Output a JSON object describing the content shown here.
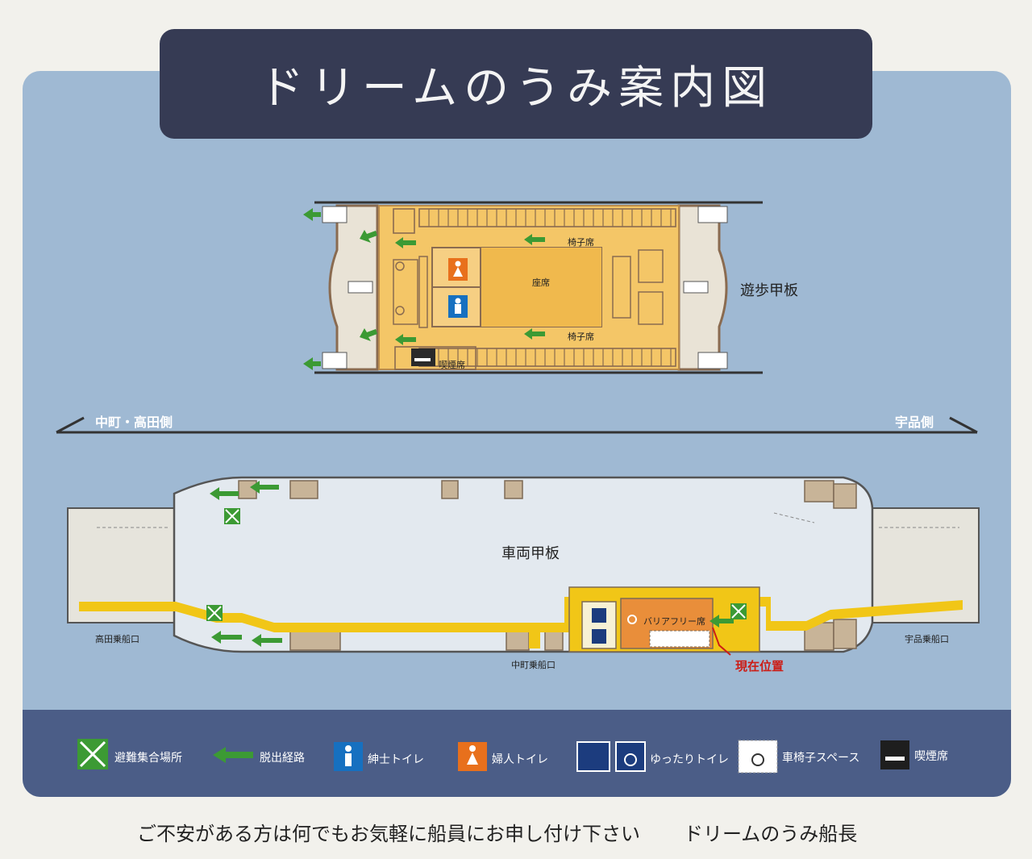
{
  "title": "ドリームのうみ案内図",
  "upper_deck": {
    "name": "遊歩甲板",
    "chair_seats_top": "椅子席",
    "chair_seats_bottom": "椅子席",
    "tatami_seats": "座席",
    "smoking_area": "喫煙席"
  },
  "direction": {
    "left": "中町・高田側",
    "right": "宇品側"
  },
  "lower_deck": {
    "name": "車両甲板",
    "left_gate": "高田乗船口",
    "center_gate": "中町乗船口",
    "right_gate": "宇品乗船口",
    "barrier_free": "バリアフリー席",
    "current_location": "現在位置"
  },
  "legend": {
    "assembly": "避難集合場所",
    "escape_route": "脱出経路",
    "men_toilet": "紳士トイレ",
    "women_toilet": "婦人トイレ",
    "accessible_toilet": "ゆったりトイレ",
    "wheelchair_space": "車椅子スペース",
    "smoking": "喫煙席"
  },
  "footer": {
    "message": "ご不安がある方は何でもお気軽に船員にお申し付け下さい",
    "signature": "ドリームのうみ船長"
  },
  "colors": {
    "plate": "#9fb9d3",
    "title_bg": "#363b54",
    "deck_floor": "#f4c667",
    "escape_arrow": "#3c9a34",
    "walkway": "#f1c617",
    "men": "#1670c0",
    "women": "#e87a1f",
    "current": "#cc1d16"
  }
}
